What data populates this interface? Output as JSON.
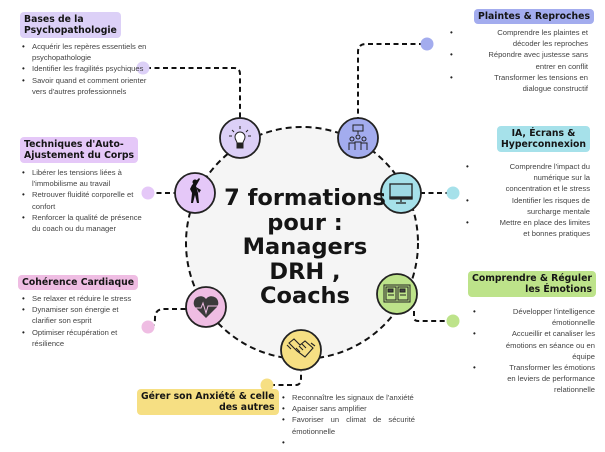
{
  "center": {
    "lines": [
      "7 formations",
      "pour  :",
      "Managers",
      "DRH ,",
      "Coachs"
    ]
  },
  "colors": {
    "lavender": "#dcd0f7",
    "violet": "#e5c8f8",
    "periwinkle": "#a3acee",
    "cyan": "#a6e1ea",
    "green": "#bde38a",
    "yellow": "#f6df83",
    "pink": "#efbde3",
    "center_fill": "#f5f5f5",
    "line": "#111111"
  },
  "topics": [
    {
      "id": "psychopathologie",
      "title": [
        "Bases de la",
        "Psychopathologie"
      ],
      "icon": "lightbulb-icon",
      "color": "#dcd0f7",
      "bullets": [
        "Acquérir les repères essentiels en psychopathologie",
        "Identifier les fragilités psychiques",
        "Savoir quand et comment orienter vers d'autres professionnels"
      ]
    },
    {
      "id": "plaintes",
      "title": [
        "Plaintes & Reproches"
      ],
      "icon": "team-hierarchy-icon",
      "color": "#a3acee",
      "bullets": [
        "Comprendre les plaintes et décoder les reproches",
        "Répondre avec justesse sans entrer en conflit",
        "Transformer les tensions en dialogue constructif"
      ]
    },
    {
      "id": "auto-ajustement",
      "title": [
        "Techniques d'Auto-",
        "Ajustement du Corps"
      ],
      "icon": "stretching-person-icon",
      "color": "#e5c8f8",
      "bullets": [
        "Libérer les tensions liées à l'immobilisme au travail",
        "Retrouver fluidité corporelle et confort",
        "Renforcer la qualité de présence du coach ou du manager"
      ]
    },
    {
      "id": "ia-ecrans",
      "title": [
        "IA, Écrans &",
        "Hyperconnexion"
      ],
      "icon": "monitor-icon",
      "color": "#a6e1ea",
      "bullets": [
        "Comprendre l'impact du numérique sur la concentration et le stress",
        "Identifier les risques de surcharge mentale",
        "Mettre en place des limites et bonnes pratiques"
      ]
    },
    {
      "id": "coherence",
      "title": [
        "Cohérence Cardiaque"
      ],
      "icon": "heart-pulse-icon",
      "color": "#efbde3",
      "bullets": [
        "Se relaxer et réduire le stress",
        "Dynamiser son énergie et clarifier son esprit",
        "Optimiser récupération et résilience"
      ]
    },
    {
      "id": "emotions",
      "title": [
        "Comprendre & Réguler",
        "les Émotions"
      ],
      "icon": "open-book-icon",
      "color": "#bde38a",
      "bullets": [
        "Développer l'intelligence émotionnelle",
        "Accueillir et canaliser les émotions en séance ou en équipe",
        "Transformer les émotions en leviers de performance relationnelle"
      ]
    },
    {
      "id": "anxiete",
      "title": [
        "Gérer son Anxiété & celle",
        "des autres"
      ],
      "icon": "handshake-icon",
      "color": "#f6df83",
      "bullets": [
        "Reconnaître les signaux de l'anxiété",
        "Apaiser sans amplifier",
        "Favoriser un climat de sécurité émotionnelle",
        ""
      ]
    }
  ]
}
